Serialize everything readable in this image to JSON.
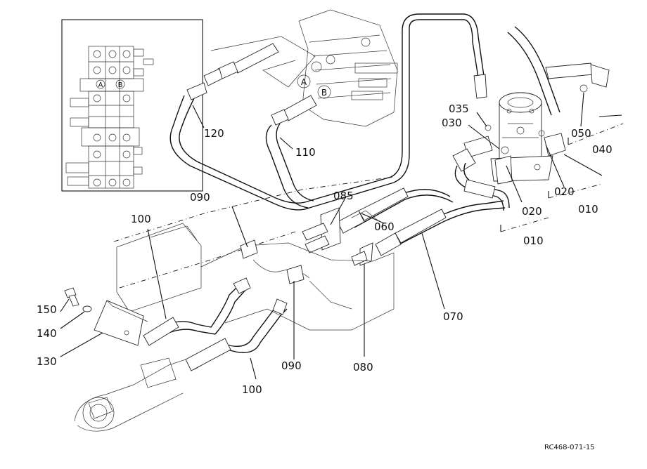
{
  "callouts": {
    "c010a": "010",
    "c010b": "010",
    "c020a": "020",
    "c020b": "020",
    "c030": "030",
    "c035": "035",
    "c040": "040",
    "c050": "050",
    "c060": "060",
    "c070": "070",
    "c080": "080",
    "c085": "085",
    "c090a": "090",
    "c090b": "090",
    "c100a": "100",
    "c100b": "100",
    "c110": "110",
    "c120": "120",
    "c130": "130",
    "c140": "140",
    "c150": "150"
  },
  "ports": {
    "a": "A",
    "b": "B"
  },
  "inset_ports": {
    "a": "A",
    "b": "B"
  },
  "drawing_code": "RC468-071-15"
}
